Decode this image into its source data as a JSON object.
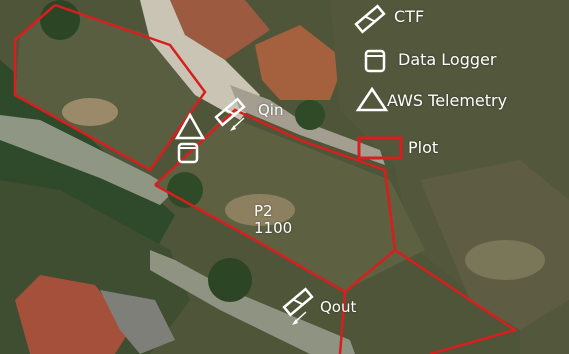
{
  "legend": {
    "items": [
      {
        "label": "CTF",
        "symbol": "ctf-icon"
      },
      {
        "label": "Data Logger",
        "symbol": "data-logger-icon"
      },
      {
        "label": "AWS Telemetry",
        "symbol": "aws-telemetry-icon"
      },
      {
        "label": "Plot",
        "symbol": "plot-boundary-icon"
      }
    ]
  },
  "markers": {
    "qin_label": "Qin",
    "qout_label": "Qout",
    "plot_name": "P2",
    "plot_value": "1100"
  },
  "colors": {
    "plot_outline": "#d81e1e",
    "symbol": "#ffffff",
    "ground": "#4a5236"
  }
}
